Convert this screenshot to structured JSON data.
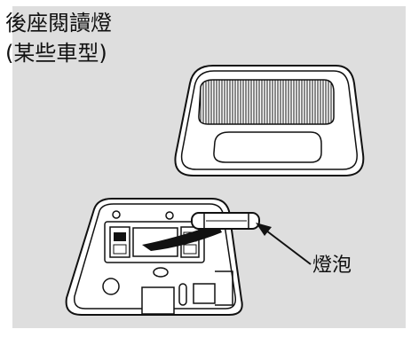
{
  "title": "後座閱讀燈",
  "subtitle": "(某些車型)",
  "callout_label": "燈泡",
  "colors": {
    "panel_background": "#dedede",
    "line": "#111111",
    "fill": "#ffffff"
  },
  "icons": [
    "lamp-assembly-illustration",
    "lamp-housing-open-illustration",
    "bulb-illustration",
    "pointer-arrow"
  ]
}
